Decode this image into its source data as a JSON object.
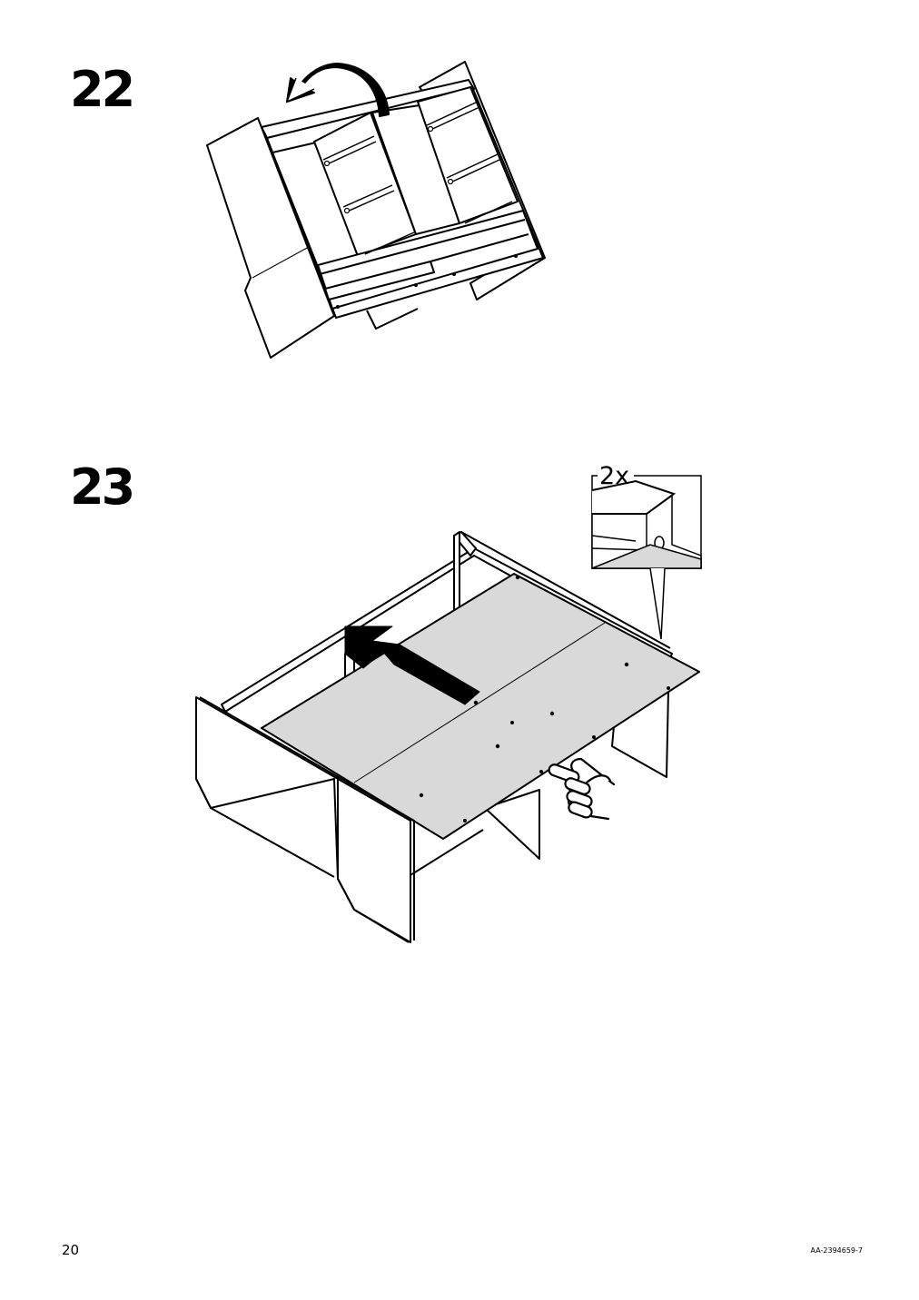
{
  "steps": [
    {
      "number": "22"
    },
    {
      "number": "23",
      "callout_quantity": "2x"
    }
  ],
  "footer": {
    "page_number": "20",
    "document_code": "AA-2394659-7"
  },
  "colors": {
    "panel_fill": "#d9d9d9",
    "line": "#000000",
    "arrow": "#000000"
  },
  "icons": [
    "rotate-arrow-icon",
    "push-arrow-icon",
    "hand-push-icon"
  ]
}
